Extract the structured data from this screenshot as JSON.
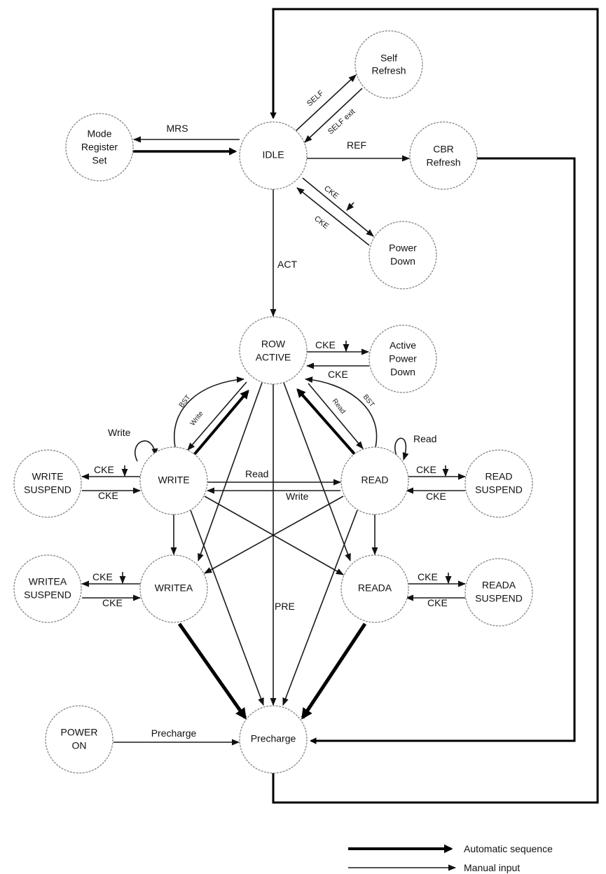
{
  "diagram": {
    "type": "state-machine",
    "subject": "SDRAM command state diagram",
    "nodes": [
      {
        "id": "idle",
        "lines": [
          "IDLE"
        ]
      },
      {
        "id": "self_refresh",
        "lines": [
          "Self",
          "Refresh"
        ]
      },
      {
        "id": "mode_register_set",
        "lines": [
          "Mode",
          "Register",
          "Set"
        ]
      },
      {
        "id": "cbr_refresh",
        "lines": [
          "CBR",
          "Refresh"
        ]
      },
      {
        "id": "power_down",
        "lines": [
          "Power",
          "Down"
        ]
      },
      {
        "id": "row_active",
        "lines": [
          "ROW",
          "ACTIVE"
        ]
      },
      {
        "id": "active_power_down",
        "lines": [
          "Active",
          "Power",
          "Down"
        ]
      },
      {
        "id": "write",
        "lines": [
          "WRITE"
        ]
      },
      {
        "id": "read",
        "lines": [
          "READ"
        ]
      },
      {
        "id": "write_suspend",
        "lines": [
          "WRITE",
          "SUSPEND"
        ]
      },
      {
        "id": "read_suspend",
        "lines": [
          "READ",
          "SUSPEND"
        ]
      },
      {
        "id": "writea",
        "lines": [
          "WRITEA"
        ]
      },
      {
        "id": "reada",
        "lines": [
          "READA"
        ]
      },
      {
        "id": "writea_suspend",
        "lines": [
          "WRITEA",
          "SUSPEND"
        ]
      },
      {
        "id": "reada_suspend",
        "lines": [
          "READA",
          "SUSPEND"
        ]
      },
      {
        "id": "power_on",
        "lines": [
          "POWER",
          "ON"
        ]
      },
      {
        "id": "precharge",
        "lines": [
          "Precharge"
        ]
      }
    ],
    "labels": {
      "mrs": "MRS",
      "ref": "REF",
      "self": "SELF",
      "self_exit": "SELF exit",
      "cke_down": "CKE ↓",
      "cke": "CKE",
      "act": "ACT",
      "bst": "BST",
      "write": "Write",
      "read": "Read",
      "pre": "PRE",
      "precharge": "Precharge"
    },
    "edges": [
      {
        "from": "idle",
        "to": "mode_register_set",
        "label": "MRS",
        "kind": "manual"
      },
      {
        "from": "mode_register_set",
        "to": "idle",
        "label": "",
        "kind": "automatic"
      },
      {
        "from": "idle",
        "to": "self_refresh",
        "label": "SELF",
        "kind": "manual"
      },
      {
        "from": "self_refresh",
        "to": "idle",
        "label": "SELF exit",
        "kind": "manual"
      },
      {
        "from": "idle",
        "to": "cbr_refresh",
        "label": "REF",
        "kind": "manual"
      },
      {
        "from": "idle",
        "to": "power_down",
        "label": "CKE ↓",
        "kind": "manual"
      },
      {
        "from": "power_down",
        "to": "idle",
        "label": "CKE",
        "kind": "manual"
      },
      {
        "from": "idle",
        "to": "row_active",
        "label": "ACT",
        "kind": "manual"
      },
      {
        "from": "row_active",
        "to": "active_power_down",
        "label": "CKE ↓",
        "kind": "manual"
      },
      {
        "from": "active_power_down",
        "to": "row_active",
        "label": "CKE",
        "kind": "manual"
      },
      {
        "from": "row_active",
        "to": "write",
        "label": "Write",
        "kind": "manual"
      },
      {
        "from": "write",
        "to": "row_active",
        "label": "BST",
        "kind": "manual"
      },
      {
        "from": "write",
        "to": "row_active",
        "label": "",
        "kind": "automatic"
      },
      {
        "from": "row_active",
        "to": "read",
        "label": "Read",
        "kind": "manual"
      },
      {
        "from": "read",
        "to": "row_active",
        "label": "BST",
        "kind": "manual"
      },
      {
        "from": "read",
        "to": "row_active",
        "label": "",
        "kind": "automatic"
      },
      {
        "from": "write",
        "to": "write",
        "label": "Write",
        "kind": "manual"
      },
      {
        "from": "read",
        "to": "read",
        "label": "Read",
        "kind": "manual"
      },
      {
        "from": "write",
        "to": "read",
        "label": "Read",
        "kind": "manual"
      },
      {
        "from": "read",
        "to": "write",
        "label": "Write",
        "kind": "manual"
      },
      {
        "from": "write",
        "to": "write_suspend",
        "label": "CKE ↓",
        "kind": "manual"
      },
      {
        "from": "write_suspend",
        "to": "write",
        "label": "CKE",
        "kind": "manual"
      },
      {
        "from": "read",
        "to": "read_suspend",
        "label": "CKE ↓",
        "kind": "manual"
      },
      {
        "from": "read_suspend",
        "to": "read",
        "label": "CKE",
        "kind": "manual"
      },
      {
        "from": "writea",
        "to": "writea_suspend",
        "label": "CKE ↓",
        "kind": "manual"
      },
      {
        "from": "writea_suspend",
        "to": "writea",
        "label": "CKE",
        "kind": "manual"
      },
      {
        "from": "reada",
        "to": "reada_suspend",
        "label": "CKE ↓",
        "kind": "manual"
      },
      {
        "from": "reada_suspend",
        "to": "reada",
        "label": "CKE",
        "kind": "manual"
      },
      {
        "from": "write",
        "to": "writea",
        "label": "",
        "kind": "manual"
      },
      {
        "from": "read",
        "to": "reada",
        "label": "",
        "kind": "manual"
      },
      {
        "from": "row_active",
        "to": "writea",
        "label": "",
        "kind": "manual"
      },
      {
        "from": "row_active",
        "to": "reada",
        "label": "",
        "kind": "manual"
      },
      {
        "from": "write",
        "to": "reada",
        "label": "",
        "kind": "manual"
      },
      {
        "from": "read",
        "to": "writea",
        "label": "",
        "kind": "manual"
      },
      {
        "from": "row_active",
        "to": "precharge",
        "label": "PRE",
        "kind": "manual"
      },
      {
        "from": "write",
        "to": "precharge",
        "label": "",
        "kind": "manual"
      },
      {
        "from": "read",
        "to": "precharge",
        "label": "",
        "kind": "manual"
      },
      {
        "from": "writea",
        "to": "precharge",
        "label": "",
        "kind": "automatic"
      },
      {
        "from": "reada",
        "to": "precharge",
        "label": "",
        "kind": "automatic"
      },
      {
        "from": "power_on",
        "to": "precharge",
        "label": "Precharge",
        "kind": "manual"
      },
      {
        "from": "cbr_refresh",
        "to": "precharge",
        "label": "",
        "kind": "automatic"
      },
      {
        "from": "precharge",
        "to": "idle",
        "label": "",
        "kind": "automatic"
      }
    ]
  },
  "legend": {
    "automatic": "Automatic sequence",
    "manual": "Manual input"
  }
}
